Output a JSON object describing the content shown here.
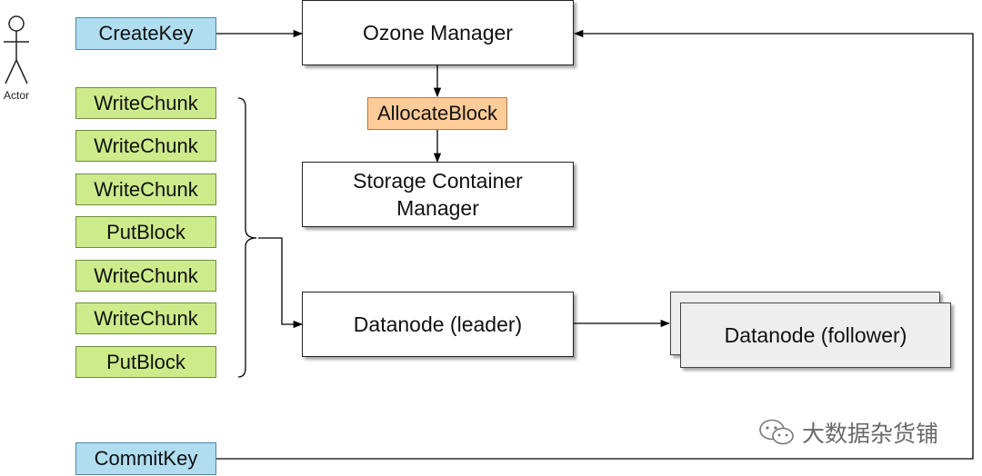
{
  "actor": {
    "label": "Actor"
  },
  "requests": {
    "create_key": "CreateKey",
    "allocate_block": "AllocateBlock",
    "commit_key": "CommitKey",
    "writes": [
      "WriteChunk",
      "WriteChunk",
      "WriteChunk",
      "PutBlock",
      "WriteChunk",
      "WriteChunk",
      "PutBlock"
    ]
  },
  "components": {
    "ozone_manager": "Ozone Manager",
    "scm_line1": "Storage Container",
    "scm_line2": "Manager",
    "datanode_leader": "Datanode (leader)",
    "datanode_follower": "Datanode (follower)"
  },
  "watermark": {
    "text": "大数据杂货铺",
    "icon": "wechat-icon"
  },
  "colors": {
    "request_blue": "#b1ddf0",
    "request_green": "#cdeb8b",
    "request_orange": "#ffcc99",
    "follower_fill": "#eeeeee"
  }
}
